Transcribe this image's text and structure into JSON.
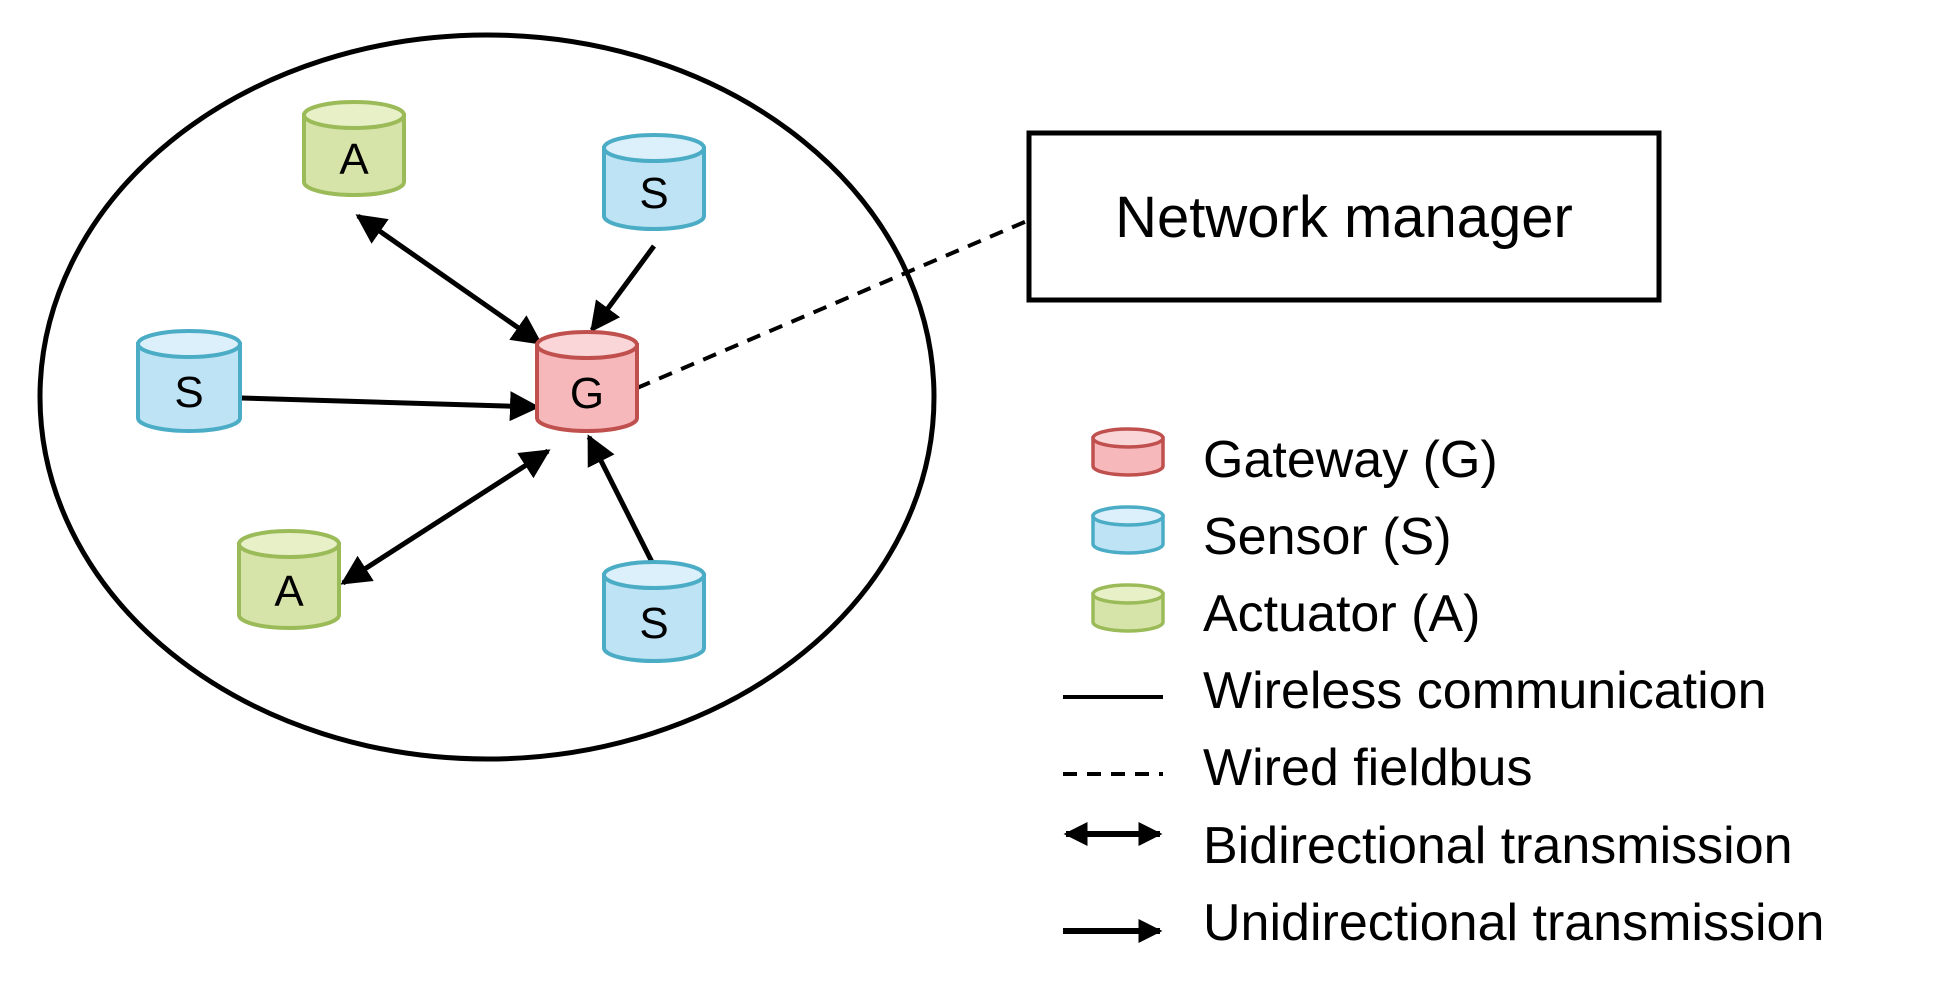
{
  "network_manager": {
    "label": "Network manager"
  },
  "nodes": {
    "gateway": {
      "letter": "G"
    },
    "actuator_top": {
      "letter": "A"
    },
    "actuator_bottom": {
      "letter": "A"
    },
    "sensor_top": {
      "letter": "S"
    },
    "sensor_left": {
      "letter": "S"
    },
    "sensor_bottom": {
      "letter": "S"
    }
  },
  "legend": {
    "gateway": "Gateway (G)",
    "sensor": "Sensor (S)",
    "actuator": "Actuator (A)",
    "wireless": "Wireless communication",
    "wired": "Wired fieldbus",
    "bidirectional": "Bidirectional transmission",
    "unidirectional": "Unidirectional transmission"
  },
  "colors": {
    "gateway_fill": "#f6b8bb",
    "gateway_stroke": "#c0504d",
    "sensor_fill": "#bde3f4",
    "sensor_stroke": "#4bacc6",
    "actuator_fill": "#d7e4a9",
    "actuator_stroke": "#9bbb59"
  }
}
